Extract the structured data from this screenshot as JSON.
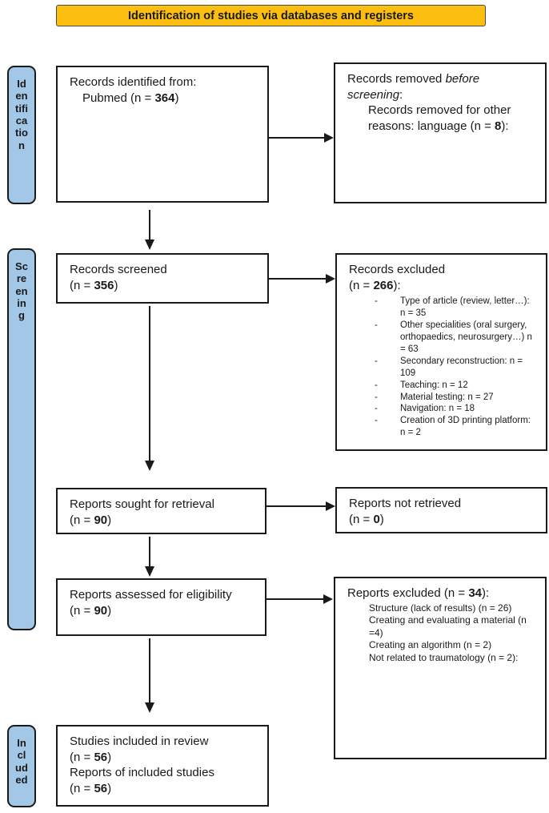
{
  "colors": {
    "banner_bg": "#FCBF10",
    "sidebar_bg": "#A3C7E7"
  },
  "list_marker": "-",
  "banner": {
    "title": "Identification of studies via databases and registers"
  },
  "sidebars": {
    "identification": "Id\nen\ntifi\nca\ntio\nn",
    "screening": "Sc\nre\nen\nin\ng",
    "included": "In\ncl\nud\ned"
  },
  "boxes": {
    "identified": {
      "line1": "Records identified from:",
      "line2_prefix": "Pubmed (n = ",
      "line2_n": "364",
      "line2_suffix": ")"
    },
    "removed": {
      "line1_prefix": "Records removed ",
      "line1_italic": "before screening",
      "line1_suffix": ":",
      "line2_prefix": "Records removed for other reasons: language (n = ",
      "line2_n": "8",
      "line2_suffix": "):"
    },
    "screened": {
      "line1": "Records screened",
      "line2_prefix": "(n = ",
      "line2_n": "356",
      "line2_suffix": ")"
    },
    "records_excluded": {
      "line1": "Records excluded",
      "line2_prefix": "(n = ",
      "line2_n": "266",
      "line2_suffix": "):",
      "items": [
        "Type of article (review, letter…): n = 35",
        "Other specialities (oral surgery, orthopaedics, neurosurgery…) n = 63",
        "Secondary reconstruction: n = 109",
        "Teaching: n = 12",
        "Material testing: n = 27",
        "Navigation: n = 18",
        "Creation of 3D printing platform: n = 2"
      ]
    },
    "sought": {
      "line1": "Reports sought for retrieval",
      "line2_prefix": "(n = ",
      "line2_n": "90",
      "line2_suffix": ")"
    },
    "not_retrieved": {
      "line1": "Reports not retrieved",
      "line2_prefix": "(n = ",
      "line2_n": "0",
      "line2_suffix": ")"
    },
    "assessed": {
      "line1": "Reports assessed for eligibility",
      "line2_prefix": "(n = ",
      "line2_n": "90",
      "line2_suffix": ")"
    },
    "reports_excluded": {
      "line1_prefix": "Reports excluded (n = ",
      "line1_n": "34",
      "line1_suffix": "):",
      "items": [
        "Structure (lack of results) (n = 26)",
        "Creating and evaluating a material (n =4)",
        "Creating an algorithm (n = 2)",
        "Not related to traumatology (n = 2):"
      ]
    },
    "included": {
      "line1": "Studies included in review",
      "line2_prefix": "(n = ",
      "line2_n": "56",
      "line2_suffix": ")",
      "line3": "Reports of included studies",
      "line4_prefix": "(n = ",
      "line4_n": "56",
      "line4_suffix": ")"
    }
  }
}
